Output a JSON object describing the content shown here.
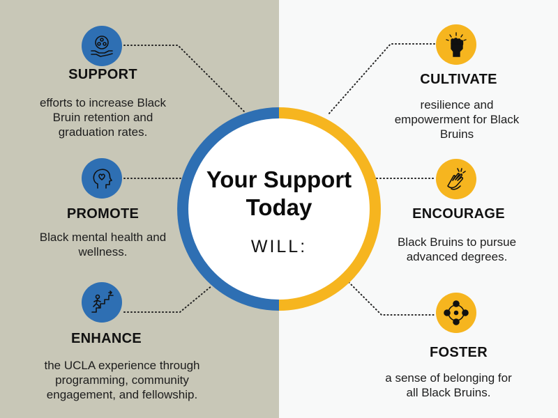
{
  "center": {
    "title_line1": "Your Support",
    "title_line2": "Today",
    "subtitle": "WILL:"
  },
  "colors": {
    "blue": "#2e6fb3",
    "gold": "#f6b51f",
    "left_bg": "#c8c7b7",
    "right_bg": "#f8f9f9"
  },
  "left": [
    {
      "heading": "SUPPORT",
      "desc": [
        "efforts to increase Black",
        "Bruin retention and",
        "graduation rates."
      ],
      "icon": "hand-holding-people-icon"
    },
    {
      "heading": "PROMOTE",
      "desc": [
        "Black mental health and",
        "wellness."
      ],
      "icon": "head-heart-icon"
    },
    {
      "heading": "ENHANCE",
      "desc": [
        "the UCLA experience through",
        "programming, community",
        "engagement, and fellowship."
      ],
      "icon": "climbing-stairs-icon"
    }
  ],
  "right": [
    {
      "heading": "CULTIVATE",
      "desc": [
        "resilience and",
        "empowerment for Black",
        "Bruins"
      ],
      "icon": "raised-fist-icon"
    },
    {
      "heading": "ENCOURAGE",
      "desc": [
        "Black Bruins to pursue",
        "advanced degrees."
      ],
      "icon": "clapping-hands-icon"
    },
    {
      "heading": "FOSTER",
      "desc": [
        "a sense of belonging for",
        "all Black Bruins."
      ],
      "icon": "connected-people-icon"
    }
  ]
}
